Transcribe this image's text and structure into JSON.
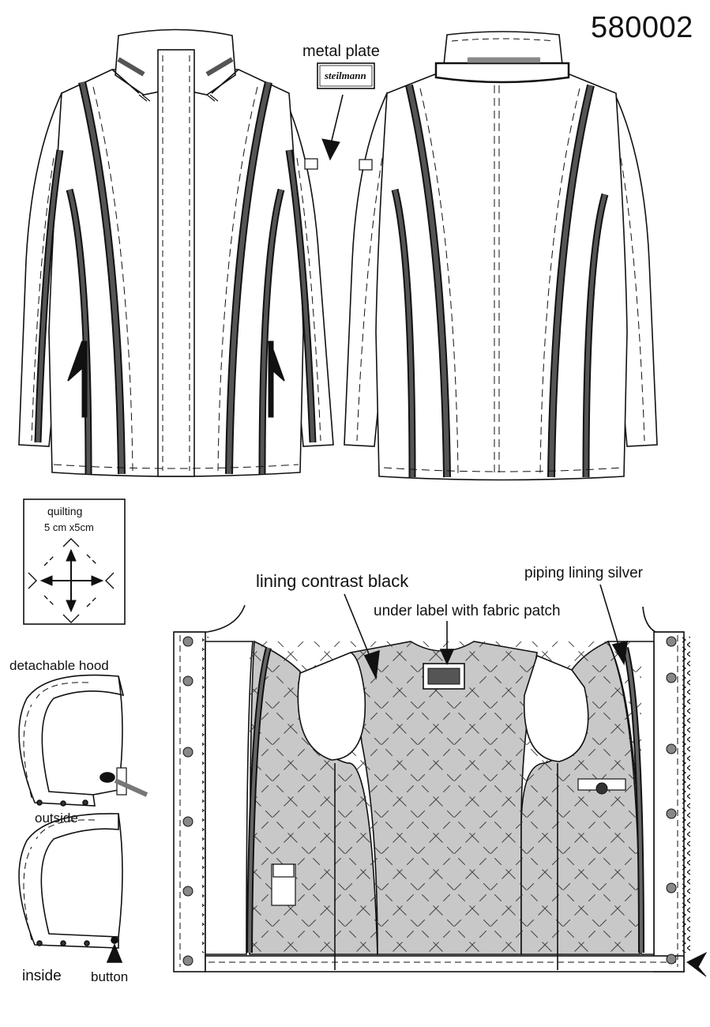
{
  "style_number": "580002",
  "labels": {
    "metal_plate": "metal plate",
    "plate_brand": "steilmann",
    "lining_contrast": "lining contrast black",
    "under_label": "under label with fabric patch",
    "piping_lining": "piping lining silver",
    "quilting": "quilting",
    "quilting_size": "5 cm x5cm",
    "detachable_hood": "detachable hood",
    "outside": "outside",
    "inside": "inside",
    "button": "button"
  },
  "colors": {
    "line": "#111111",
    "piping": "#555555",
    "lining": "#c8c8c8",
    "collar_band": "#8a8a8a"
  }
}
